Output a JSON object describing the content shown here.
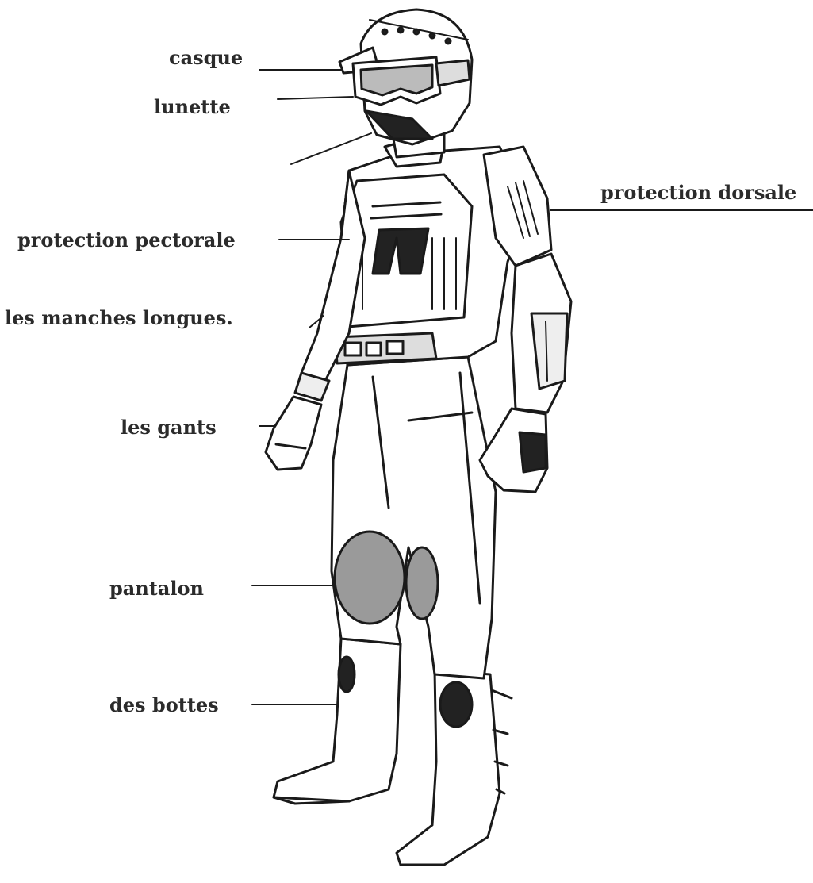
{
  "labels": {
    "casque": "casque",
    "lunette": "lunette",
    "protection_dorsale": "protection dorsale",
    "protection_pectorale": "protection pectorale",
    "manches_longues": "les manches longues.",
    "gants": "les gants",
    "pantalon": "pantalon",
    "bottes": "des bottes"
  },
  "colors": {
    "ink": "#1a1a1a",
    "fill": "#ffffff",
    "shade": "#9a9a9a",
    "label_text": "#2b2b2b"
  }
}
